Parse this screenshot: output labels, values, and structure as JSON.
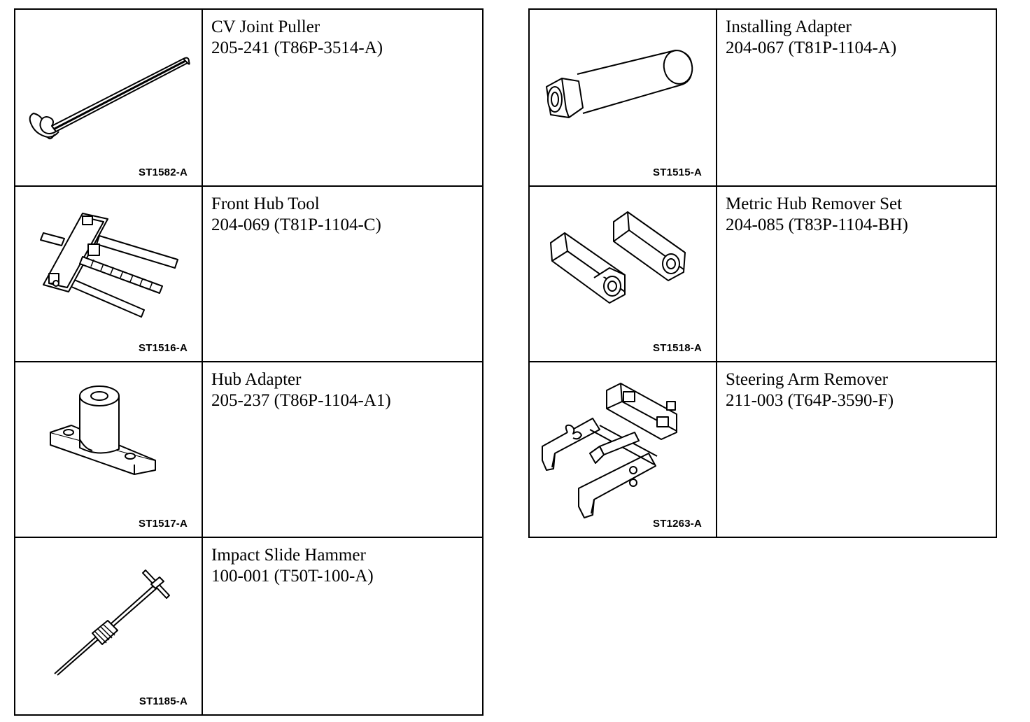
{
  "left_table": [
    {
      "name": "CV Joint Puller",
      "number": "205-241 (T86P-3514-A)",
      "image_code": "ST1582-A",
      "icon": "cv-joint-puller-illustration"
    },
    {
      "name": "Front Hub Tool",
      "number": "204-069 (T81P-1104-C)",
      "image_code": "ST1516-A",
      "icon": "front-hub-tool-illustration"
    },
    {
      "name": "Hub Adapter",
      "number": "205-237 (T86P-1104-A1)",
      "image_code": "ST1517-A",
      "icon": "hub-adapter-illustration"
    },
    {
      "name": "Impact Slide Hammer",
      "number": "100-001 (T50T-100-A)",
      "image_code": "ST1185-A",
      "icon": "impact-slide-hammer-illustration"
    }
  ],
  "right_table": [
    {
      "name": "Installing Adapter",
      "number": "204-067 (T81P-1104-A)",
      "image_code": "ST1515-A",
      "icon": "installing-adapter-illustration"
    },
    {
      "name": "Metric Hub Remover Set",
      "number": "204-085 (T83P-1104-BH)",
      "image_code": "ST1518-A",
      "icon": "metric-hub-remover-set-illustration"
    },
    {
      "name": "Steering Arm Remover",
      "number": "211-003 (T64P-3590-F)",
      "image_code": "ST1263-A",
      "icon": "steering-arm-remover-illustration"
    }
  ]
}
